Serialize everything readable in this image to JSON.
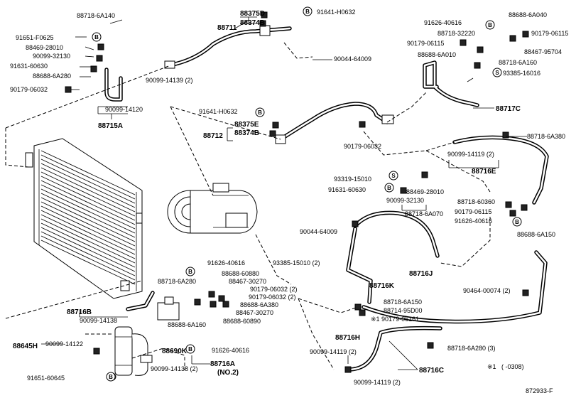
{
  "diagram": {
    "ref_number": "872933-F",
    "footnote": {
      "mark": "※1",
      "text": "(      -0308)"
    },
    "symbols": {
      "b": "B",
      "s": "S"
    },
    "labels": [
      {
        "id": "l-88718-6A140",
        "text": "88718-6A140",
        "bold": false
      },
      {
        "id": "l-88375D",
        "text": "88375D",
        "bold": true
      },
      {
        "id": "l-88711",
        "text": "88711",
        "bold": true
      },
      {
        "id": "l-88374B-top",
        "text": "88374B",
        "bold": true
      },
      {
        "id": "l-91641-H0632-top",
        "text": "91641-H0632",
        "bold": false
      },
      {
        "id": "l-91651-F0625",
        "text": "91651-F0625",
        "bold": false
      },
      {
        "id": "l-88469-28010-tl",
        "text": "88469-28010",
        "bold": false
      },
      {
        "id": "l-90099-32130-tl",
        "text": "90099-32130",
        "bold": false
      },
      {
        "id": "l-91631-60630-tl",
        "text": "91631-60630",
        "bold": false
      },
      {
        "id": "l-88688-6A280-tl",
        "text": "88688-6A280",
        "bold": false
      },
      {
        "id": "l-90179-06032-tl",
        "text": "90179-06032",
        "bold": false
      },
      {
        "id": "l-90099-14120",
        "text": "90099-14120",
        "bold": false
      },
      {
        "id": "l-88715A",
        "text": "88715A",
        "bold": true
      },
      {
        "id": "l-90044-64009-top",
        "text": "90044-64009",
        "bold": false
      },
      {
        "id": "l-90099-14139",
        "text": "90099-14139 (2)",
        "bold": false
      },
      {
        "id": "l-91626-40616-tr",
        "text": "91626-40616",
        "bold": false
      },
      {
        "id": "l-88688-6A040",
        "text": "88688-6A040",
        "bold": false
      },
      {
        "id": "l-88718-32220",
        "text": "88718-32220",
        "bold": false
      },
      {
        "id": "l-90179-06115-tr",
        "text": "90179-06115",
        "bold": false
      },
      {
        "id": "l-90179-06115-tr2",
        "text": "90179-06115",
        "bold": false
      },
      {
        "id": "l-88467-95704",
        "text": "88467-95704",
        "bold": false
      },
      {
        "id": "l-88688-6A010",
        "text": "88688-6A010",
        "bold": false
      },
      {
        "id": "l-88718-6A160",
        "text": "88718-6A160",
        "bold": false
      },
      {
        "id": "l-93385-16016",
        "text": "93385-16016",
        "bold": false
      },
      {
        "id": "l-88717C",
        "text": "88717C",
        "bold": true
      },
      {
        "id": "l-91641-H0632-mid",
        "text": "91641-H0632",
        "bold": false
      },
      {
        "id": "l-88375E",
        "text": "88375E",
        "bold": true
      },
      {
        "id": "l-88712",
        "text": "88712",
        "bold": true
      },
      {
        "id": "l-88374B-mid",
        "text": "88374B",
        "bold": true
      },
      {
        "id": "l-90179-06032-mid",
        "text": "90179-06032",
        "bold": false
      },
      {
        "id": "l-88718-6A380",
        "text": "88718-6A380",
        "bold": false
      },
      {
        "id": "l-90099-14119-r",
        "text": "90099-14119 (2)",
        "bold": false
      },
      {
        "id": "l-88716E",
        "text": "88716E",
        "bold": true
      },
      {
        "id": "l-93319-15010",
        "text": "93319-15010",
        "bold": false
      },
      {
        "id": "l-91631-60630-m",
        "text": "91631-60630",
        "bold": false
      },
      {
        "id": "l-88469-28010-m",
        "text": "88469-28010",
        "bold": false
      },
      {
        "id": "l-90099-32130-m",
        "text": "90099-32130",
        "bold": false
      },
      {
        "id": "l-88718-6A070",
        "text": "88718-6A070",
        "bold": false
      },
      {
        "id": "l-88718-60360",
        "text": "88718-60360",
        "bold": false
      },
      {
        "id": "l-90179-06115-r",
        "text": "90179-06115",
        "bold": false
      },
      {
        "id": "l-91626-40616-r",
        "text": "91626-40616",
        "bold": false
      },
      {
        "id": "l-88688-6A150",
        "text": "88688-6A150",
        "bold": false
      },
      {
        "id": "l-90044-64009-mid",
        "text": "90044-64009",
        "bold": false
      },
      {
        "id": "l-88716J",
        "text": "88716J",
        "bold": true
      },
      {
        "id": "l-91626-40616-c",
        "text": "91626-40616",
        "bold": false
      },
      {
        "id": "l-93385-15010",
        "text": "93385-15010 (2)",
        "bold": false
      },
      {
        "id": "l-88718-6A280-c",
        "text": "88718-6A280",
        "bold": false
      },
      {
        "id": "l-88688-60880",
        "text": "88688-60880",
        "bold": false
      },
      {
        "id": "l-88467-30270-a",
        "text": "88467-30270",
        "bold": false
      },
      {
        "id": "l-90179-06032-c1",
        "text": "90179-06032 (2)",
        "bold": false
      },
      {
        "id": "l-90179-06032-c2",
        "text": "90179-06032 (2)",
        "bold": false
      },
      {
        "id": "l-88688-6A380",
        "text": "88688-6A380",
        "bold": false
      },
      {
        "id": "l-88467-30270-b",
        "text": "88467-30270",
        "bold": false
      },
      {
        "id": "l-88688-6A160",
        "text": "88688-6A160",
        "bold": false
      },
      {
        "id": "l-88688-60890",
        "text": "88688-60890",
        "bold": false
      },
      {
        "id": "l-88716K",
        "text": "88716K",
        "bold": true
      },
      {
        "id": "l-90464-00074",
        "text": "90464-00074 (2)",
        "bold": false
      },
      {
        "id": "l-88716B",
        "text": "88716B",
        "bold": true
      },
      {
        "id": "l-90099-14138-a",
        "text": "90099-14138",
        "bold": false
      },
      {
        "id": "l-88718-6A150",
        "text": "88718-6A150",
        "bold": false
      },
      {
        "id": "l-88714-95D00",
        "text": "88714-95D00",
        "bold": false
      },
      {
        "id": "l-90179-06161",
        "text": "※1  90179-06161",
        "bold": false
      },
      {
        "id": "l-88645H",
        "text": "88645H",
        "bold": true
      },
      {
        "id": "l-90099-14122",
        "text": "90099-14122",
        "bold": false
      },
      {
        "id": "l-88690K",
        "text": "88690K",
        "bold": true
      },
      {
        "id": "l-91626-40616-b",
        "text": "91626-40616",
        "bold": false
      },
      {
        "id": "l-88716H",
        "text": "88716H",
        "bold": true
      },
      {
        "id": "l-90099-14119-b",
        "text": "90099-14119 (2)",
        "bold": false
      },
      {
        "id": "l-88718-6A280-b",
        "text": "88718-6A280 (3)",
        "bold": false
      },
      {
        "id": "l-91651-60645",
        "text": "91651-60645",
        "bold": false
      },
      {
        "id": "l-90099-14138-b",
        "text": "90099-14138 (2)",
        "bold": false
      },
      {
        "id": "l-88716A",
        "text": "88716A",
        "bold": true
      },
      {
        "id": "l-no2",
        "text": "(NO.2)",
        "bold": true
      },
      {
        "id": "l-90099-14119-c",
        "text": "90099-14119 (2)",
        "bold": false
      },
      {
        "id": "l-88716C",
        "text": "88716C",
        "bold": true
      }
    ]
  }
}
